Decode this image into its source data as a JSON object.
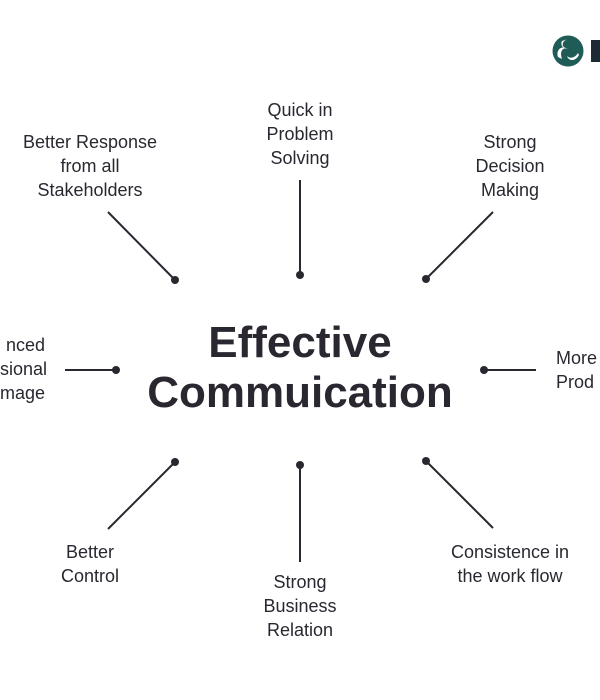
{
  "title": {
    "lines": [
      "Effective",
      "Commuication"
    ]
  },
  "nodes": [
    {
      "id": "top",
      "lines": [
        "Quick in",
        "Problem",
        "Solving"
      ]
    },
    {
      "id": "top-left",
      "lines": [
        "Better Response",
        "from all",
        "Stakeholders"
      ]
    },
    {
      "id": "top-right",
      "lines": [
        "Strong",
        "Decision",
        "Making"
      ]
    },
    {
      "id": "left",
      "lines": [
        "nced",
        "sional",
        "mage"
      ]
    },
    {
      "id": "right",
      "lines": [
        "More",
        "Prod"
      ]
    },
    {
      "id": "bottom-left",
      "lines": [
        "Better",
        "Control"
      ]
    },
    {
      "id": "bottom",
      "lines": [
        "Strong",
        "Business",
        "Relation"
      ]
    },
    {
      "id": "bottom-right",
      "lines": [
        "Consistence in",
        "the work flow"
      ]
    }
  ],
  "colors": {
    "text": "#2a2730",
    "logo": "#1f5c57"
  },
  "logo": {
    "icon": "swirl-logo-icon"
  }
}
